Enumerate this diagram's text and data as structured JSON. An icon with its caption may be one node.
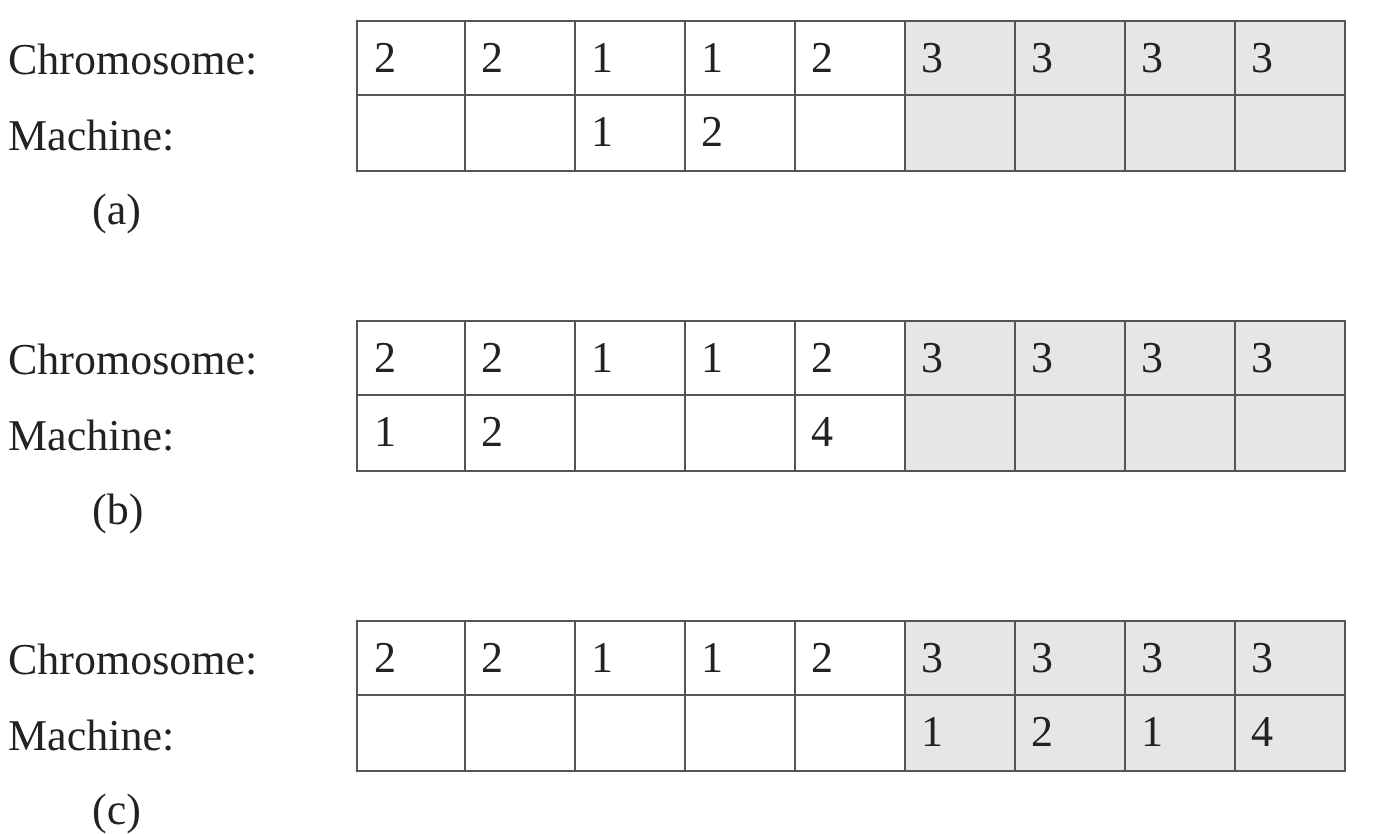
{
  "diagram": {
    "nodes": [
      {
        "text": [
          "2"
        ]
      },
      {
        "text": [
          "2"
        ]
      },
      {
        "text": [
          "1"
        ]
      },
      {
        "text": [
          "1"
        ]
      },
      {
        "text": [
          "2"
        ]
      },
      {
        "text": [
          "3"
        ]
      },
      {
        "text": [
          "3"
        ]
      },
      {
        "text": [
          "3"
        ]
      },
      {
        "text": [
          "3"
        ]
      },
      {
        "text": [],
        "shape": "box"
      },
      {
        "text": [],
        "shape": "box"
      },
      {
        "text": [
          "1"
        ]
      },
      {
        "text": [
          "2"
        ]
      },
      {
        "text": [],
        "shape": "box"
      },
      {
        "text": [],
        "shape": "box"
      },
      {
        "text": [],
        "shape": "box"
      },
      {
        "text": [],
        "shape": "box"
      },
      {
        "text": [],
        "shape": "box"
      },
      {
        "text": [
          "2"
        ]
      },
      {
        "text": [
          "2"
        ]
      },
      {
        "text": [
          "1"
        ]
      },
      {
        "text": [
          "1"
        ]
      },
      {
        "text": [
          "2"
        ]
      },
      {
        "text": [
          "3"
        ]
      },
      {
        "text": [
          "3"
        ]
      },
      {
        "text": [
          "3"
        ]
      },
      {
        "text": [
          "3"
        ]
      },
      {
        "text": [
          "1"
        ]
      },
      {
        "text": [
          "2"
        ]
      },
      {
        "text": [],
        "shape": "box"
      },
      {
        "text": [],
        "shape": "box"
      },
      {
        "text": [
          "4"
        ]
      },
      {
        "text": [],
        "shape": "box"
      },
      {
        "text": [],
        "shape": "box"
      },
      {
        "text": [],
        "shape": "box"
      },
      {
        "text": [],
        "shape": "box"
      },
      {
        "text": [
          "2"
        ]
      },
      {
        "text": [
          "2"
        ]
      },
      {
        "text": [
          "1"
        ]
      },
      {
        "text": [
          "1"
        ]
      },
      {
        "text": [
          "2"
        ]
      },
      {
        "text": [
          "3"
        ]
      },
      {
        "text": [
          "3"
        ]
      },
      {
        "text": [
          "3"
        ]
      },
      {
        "text": [
          "3"
        ]
      },
      {
        "text": [],
        "shape": "box"
      },
      {
        "text": [],
        "shape": "box"
      },
      {
        "text": [],
        "shape": "box"
      },
      {
        "text": [],
        "shape": "box"
      },
      {
        "text": [],
        "shape": "box"
      },
      {
        "text": [
          "1"
        ]
      },
      {
        "text": [
          "2"
        ]
      },
      {
        "text": [
          "1"
        ]
      },
      {
        "text": [
          "4"
        ]
      }
    ],
    "labels": [
      "Chromosome:",
      "Machine:",
      "(a)",
      "Chromosome:",
      "Machine:",
      "(b)",
      "Chromosome:",
      "Machine:",
      "(c)"
    ]
  }
}
